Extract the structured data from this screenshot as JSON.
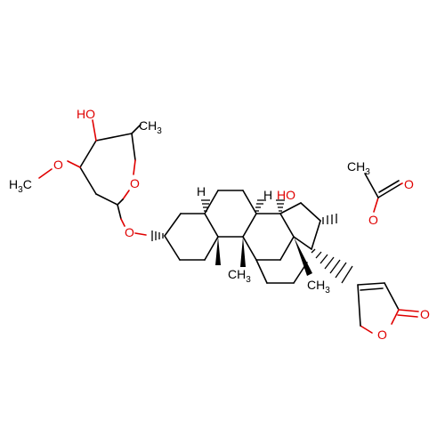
{
  "colors": {
    "background": "#ffffff",
    "carbon": "#000000",
    "oxygen": "#e00000"
  },
  "labels": {
    "ho_sugar": "HO",
    "ch3_sugar_main": "CH",
    "ch3_sugar_sub": "3",
    "o_methoxy": "O",
    "h3c_main": "H",
    "h3c_sub": "3",
    "h3c_c": "C",
    "o_ring_sugar": "O",
    "o_glycosidic": "O",
    "h_5alpha": "H",
    "ho_14": "HO",
    "h_8": "H",
    "me_10": "CH",
    "me_10_sub": "3",
    "me_13_main": "CH",
    "me_13_sub": "3",
    "acetyl_ch3_main": "CH",
    "acetyl_ch3_sub": "3",
    "o_carbonyl_acetyl": "O",
    "o_ester": "O",
    "o_lactone_ring": "O",
    "o_lactone_carbonyl": "O"
  }
}
